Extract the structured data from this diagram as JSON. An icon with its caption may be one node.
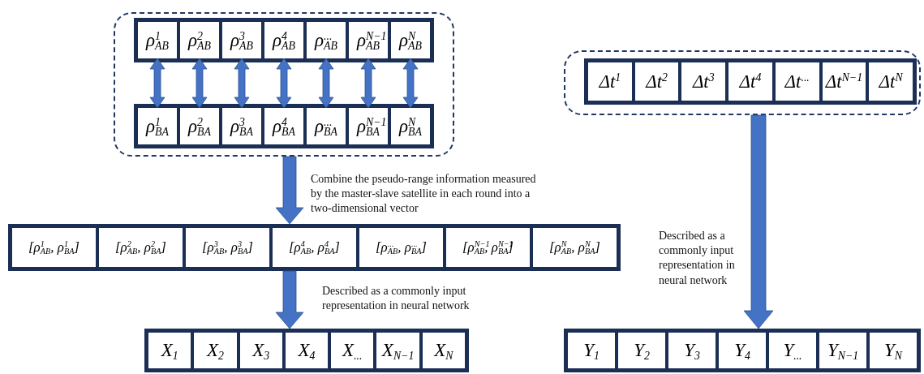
{
  "diagram": {
    "nodes": [
      {
        "text": [],
        "shape": "box"
      },
      {
        "text": [],
        "shape": "bar",
        "in": 0
      },
      {
        "text": [
          "ρ$^{1}$$_{AB}$"
        ],
        "in": 1
      },
      {
        "text": [
          "ρ$^{2}$$_{AB}$"
        ],
        "in": 1
      },
      {
        "text": [
          "ρ$^{3}$$_{AB}$"
        ],
        "in": 1
      },
      {
        "text": [
          "ρ$^{4}$$_{AB}$"
        ],
        "in": 1
      },
      {
        "text": [
          "ρ$^{...}$$_{AB}$"
        ],
        "in": 1
      },
      {
        "text": [
          "ρ$^{N−1}$$_{AB}$"
        ],
        "in": 1
      },
      {
        "text": [
          "ρ$^{N}$$_{AB}$"
        ],
        "in": 1
      },
      {
        "text": [],
        "shape": "bar",
        "in": 0
      },
      {
        "text": [
          "ρ$^{1}$$_{BA}$"
        ],
        "in": 9
      },
      {
        "text": [
          "ρ$^{2}$$_{BA}$"
        ],
        "in": 9
      },
      {
        "text": [
          "ρ$^{3}$$_{BA}$"
        ],
        "in": 9
      },
      {
        "text": [
          "ρ$^{4}$$_{BA}$"
        ],
        "in": 9
      },
      {
        "text": [
          "ρ$^{...}$$_{BA}$"
        ],
        "in": 9
      },
      {
        "text": [
          "ρ$^{N−1}$$_{BA}$"
        ],
        "in": 9
      },
      {
        "text": [
          "ρ$^{N}$$_{BA}$"
        ],
        "in": 9
      },
      {
        "text": [],
        "shape": "box"
      },
      {
        "text": [],
        "shape": "bar",
        "in": 17
      },
      {
        "text": [
          "Δt$^{1}$"
        ],
        "in": 18
      },
      {
        "text": [
          "Δt$^{2}$"
        ],
        "in": 18
      },
      {
        "text": [
          "Δt$^{3}$"
        ],
        "in": 18
      },
      {
        "text": [
          "Δt$^{4}$"
        ],
        "in": 18
      },
      {
        "text": [
          "Δt$^{...}$"
        ],
        "in": 18
      },
      {
        "text": [
          "Δt$^{N−1}$"
        ],
        "in": 18
      },
      {
        "text": [
          "Δt$^{N}$"
        ],
        "in": 18
      },
      {
        "text": [],
        "shape": "bar"
      },
      {
        "text": [
          "[ρ$^{1}$$_{AB}$, ρ$^{1}$$_{BA}$]"
        ],
        "in": 26
      },
      {
        "text": [
          "[ρ$^{2}$$_{AB}$, ρ$^{2}$$_{BA}$]"
        ],
        "in": 26
      },
      {
        "text": [
          "[ρ$^{3}$$_{AB}$, ρ$^{3}$$_{BA}$]"
        ],
        "in": 26
      },
      {
        "text": [
          "[ρ$^{4}$$_{AB}$, ρ$^{4}$$_{BA}$]"
        ],
        "in": 26
      },
      {
        "text": [
          "[ρ$^{...}$$_{AB}$, ρ$^{...}$$_{BA}$]"
        ],
        "in": 26
      },
      {
        "text": [
          "[ρ$^{N−1}$$_{AB}$, ρ$^{N−1}$$_{BA}$]"
        ],
        "in": 26
      },
      {
        "text": [
          "[ρ$^{N}$$_{AB}$, ρ$^{N}$$_{BA}$]"
        ],
        "in": 26
      },
      {
        "text": [],
        "shape": "bar"
      },
      {
        "text": [
          "X$_{1}$"
        ],
        "in": 34
      },
      {
        "text": [
          "X$_{2}$"
        ],
        "in": 34
      },
      {
        "text": [
          "X$_{3}$"
        ],
        "in": 34
      },
      {
        "text": [
          "X$_{4}$"
        ],
        "in": 34
      },
      {
        "text": [
          "X$_{...}$"
        ],
        "in": 34
      },
      {
        "text": [
          "X$_{N−1}$"
        ],
        "in": 34
      },
      {
        "text": [
          "X$_{N}$"
        ],
        "in": 34
      },
      {
        "text": [],
        "shape": "bar"
      },
      {
        "text": [
          "Y$_{1}$"
        ],
        "in": 42
      },
      {
        "text": [
          "Y$_{2}$"
        ],
        "in": 42
      },
      {
        "text": [
          "Y$_{3}$"
        ],
        "in": 42
      },
      {
        "text": [
          "Y$_{4}$"
        ],
        "in": 42
      },
      {
        "text": [
          "Y$_{...}$"
        ],
        "in": 42
      },
      {
        "text": [
          "Y$_{N−1}$"
        ],
        "in": 42
      },
      {
        "text": [
          "Y$_{N}$"
        ],
        "in": 42
      }
    ],
    "edges": [
      {
        "from": 2,
        "to": 10,
        "arrow": "both"
      },
      {
        "from": 3,
        "to": 11,
        "arrow": "both"
      },
      {
        "from": 4,
        "to": 12,
        "arrow": "both"
      },
      {
        "from": 5,
        "to": 13,
        "arrow": "both"
      },
      {
        "from": 6,
        "to": 14,
        "arrow": "both"
      },
      {
        "from": 7,
        "to": 15,
        "arrow": "both"
      },
      {
        "from": 8,
        "to": 16,
        "arrow": "both"
      },
      {
        "from": 0,
        "to": 26,
        "arrow": "to",
        "label": "Combine the pseudo-range information measured by the master-slave satellite in each round into a two-dimensional vector"
      },
      {
        "from": 26,
        "to": 34,
        "arrow": "to",
        "label": "Described as a commonly input representation in neural network"
      },
      {
        "from": 17,
        "to": 42,
        "arrow": "to",
        "label": "Described as a commonly input representation in neural network"
      }
    ]
  }
}
